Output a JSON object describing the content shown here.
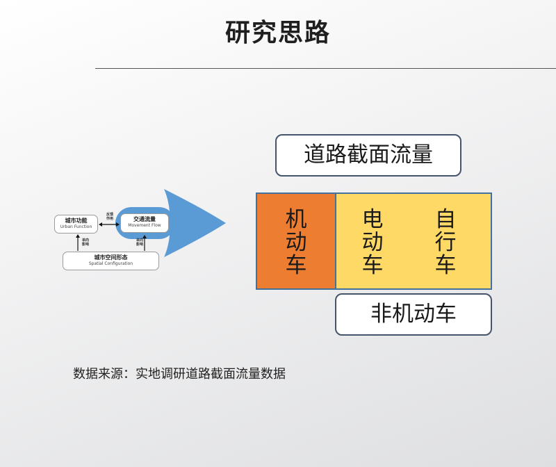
{
  "title": "研究思路",
  "left_diagram": {
    "urban_function": {
      "zh": "城市功能",
      "en": "Urban Function"
    },
    "movement_flow": {
      "zh": "交通流量",
      "en": "Movement Flow"
    },
    "spatial_configuration": {
      "zh": "城市空间形态",
      "en": "Spatial Configuration"
    },
    "feedback_label": {
      "line1": "反馈",
      "line2": "作用"
    },
    "one_way_label_left": {
      "line1": "单向",
      "line2": "影响"
    },
    "one_way_label_right": {
      "line1": "单向",
      "line2": "影响"
    }
  },
  "right_diagram": {
    "section_flow": "道路截面流量",
    "motor_vehicle": "机动车",
    "electric_vehicle": "电动车",
    "bicycle": "自行车",
    "non_motor_vehicle": "非机动车"
  },
  "source_note": "数据来源：实地调研道路截面流量数据",
  "colors": {
    "arrow_blue": "#5b9bd5",
    "motor_orange": "#ed7d31",
    "nonmotor_yellow": "#ffd966",
    "box_border": "#44546a"
  }
}
